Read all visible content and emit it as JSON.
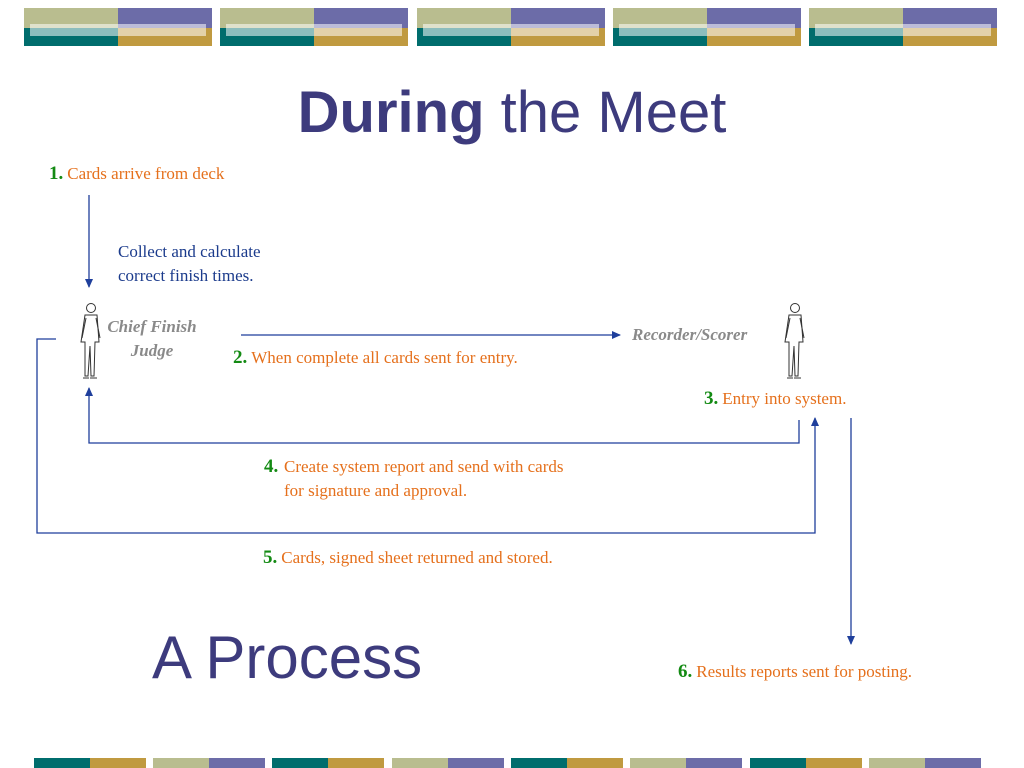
{
  "title": {
    "bold": "During",
    "rest": "the Meet"
  },
  "subtitle": "A Process",
  "roles": {
    "chief_judge": "Chief Finish\nJudge",
    "recorder": "Recorder/Scorer"
  },
  "note": "Collect and calculate\ncorrect finish times.",
  "steps": [
    {
      "num": "1.",
      "text": "Cards arrive from deck"
    },
    {
      "num": "2.",
      "text": "When complete all cards sent for entry."
    },
    {
      "num": "3.",
      "text": "Entry into system."
    },
    {
      "num": "4.",
      "text": "Create system report and send with cards\nfor signature and approval."
    },
    {
      "num": "5.",
      "text": "Cards, signed sheet returned and stored."
    },
    {
      "num": "6.",
      "text": "Results reports sent for posting."
    }
  ],
  "colors": {
    "title": "#3d3b7d",
    "step_number": "#138a13",
    "step_text": "#e5701c",
    "note": "#1b3b8c",
    "arrow": "#1f3f9c",
    "band_olive": "#b9bd8f",
    "band_purple": "#6c6ca8",
    "band_teal": "#006d6d",
    "band_gold": "#c09a40"
  }
}
